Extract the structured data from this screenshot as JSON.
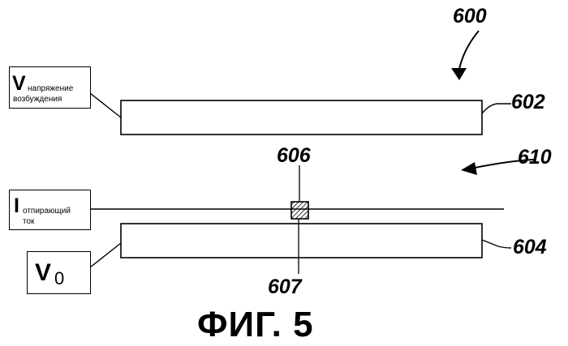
{
  "labels": {
    "excitation_symbol": "V",
    "excitation_text_line1": "напряжение",
    "excitation_text_line2": "возбуждения",
    "current_symbol": "I",
    "current_text_line1": "отпирающий",
    "current_text_line2": "ток",
    "v0_symbol": "V",
    "v0_subscript": "0"
  },
  "refs": {
    "r600": "600",
    "r602": "602",
    "r604": "604",
    "r606": "606",
    "r607": "607",
    "r610": "610"
  },
  "caption": "ФИГ. 5"
}
